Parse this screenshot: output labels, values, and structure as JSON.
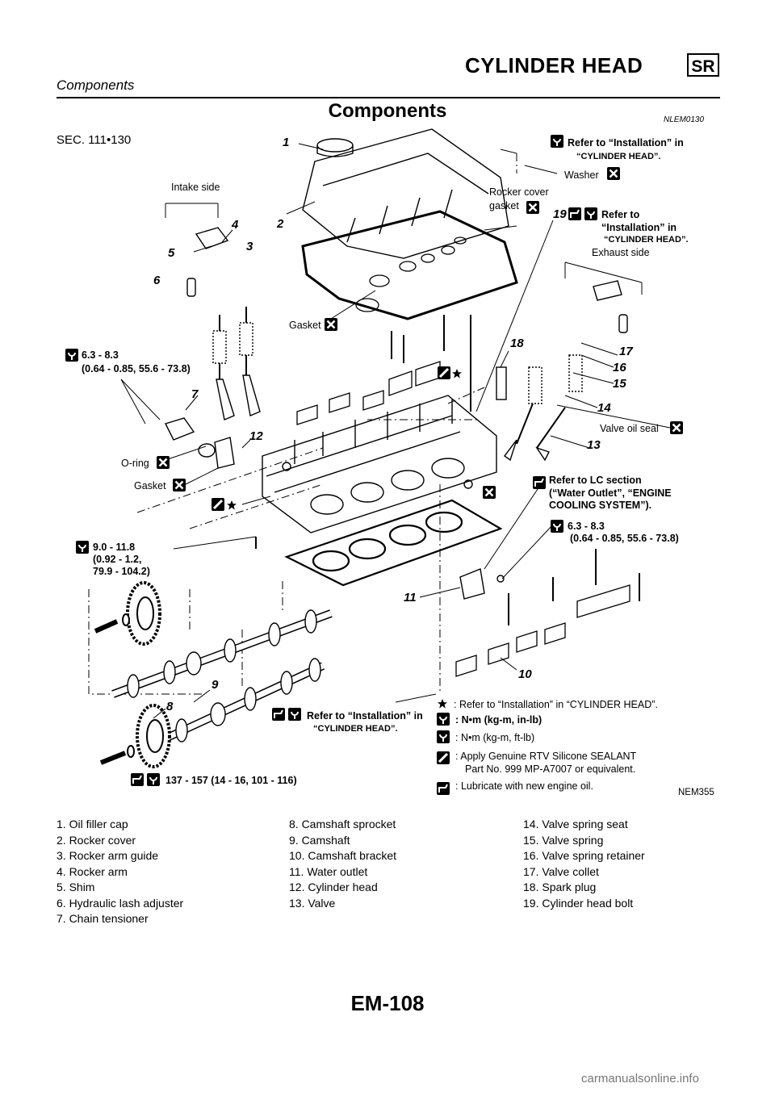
{
  "header": {
    "title": "CYLINDER HEAD",
    "badge": "SR",
    "subtitle": "Components"
  },
  "section": {
    "title": "Components",
    "code": "NLEM0130"
  },
  "figure": {
    "sec": "SEC. 111•130",
    "figure_code": "NEM355",
    "labels": {
      "intake_side": "Intake side",
      "exhaust_side": "Exhaust side",
      "refer_install_1a": "Refer to “Installation” in",
      "refer_install_1b": "“CYLINDER HEAD”.",
      "washer": "Washer",
      "rocker_cover_gasket_a": "Rocker cover",
      "rocker_cover_gasket_b": "gasket",
      "refer_to": "Refer to",
      "installation_in": "“Installation” in",
      "cylinder_head_q": "“CYLINDER HEAD”.",
      "gasket": "Gasket",
      "torque_1a": "6.3 - 8.3",
      "torque_1b": "(0.64 - 0.85, 55.6 - 73.8)",
      "oring": "O-ring",
      "valve_oil_seal": "Valve oil seal",
      "refer_lc_a": "Refer to LC section",
      "refer_lc_b": "(“Water Outlet”, “ENGINE",
      "refer_lc_c": "COOLING SYSTEM”).",
      "torque_3a": "9.0 - 11.8",
      "torque_3b": "(0.92 - 1.2,",
      "torque_3c": "79.9 - 104.2)",
      "torque_4": "137 - 157 (14 - 16, 101 - 116)",
      "legend_star": ": Refer to “Installation” in “CYLINDER HEAD”.",
      "legend_nm_in": ": N•m (kg-m, in-lb)",
      "legend_nm_ft": ": N•m (kg-m, ft-lb)",
      "legend_rtv_a": ": Apply Genuine RTV Silicone SEALANT",
      "legend_rtv_b": "Part No. 999 MP-A7007 or equivalent.",
      "legend_oil": ": Lubricate with new engine oil."
    },
    "callouts": [
      "1",
      "2",
      "3",
      "4",
      "5",
      "6",
      "7",
      "8",
      "9",
      "10",
      "11",
      "12",
      "13",
      "14",
      "15",
      "16",
      "17",
      "18",
      "19"
    ]
  },
  "parts": {
    "col1": [
      "1. Oil filler cap",
      "2. Rocker cover",
      "3. Rocker arm guide",
      "4. Rocker arm",
      "5. Shim",
      "6. Hydraulic lash adjuster",
      "7. Chain tensioner"
    ],
    "col2": [
      "8. Camshaft sprocket",
      "9. Camshaft",
      "10. Camshaft bracket",
      "11. Water outlet",
      "12. Cylinder head",
      "13. Valve"
    ],
    "col3": [
      "14. Valve spring seat",
      "15. Valve spring",
      "16. Valve spring retainer",
      "17. Valve collet",
      "18. Spark plug",
      "19. Cylinder head bolt"
    ]
  },
  "footer": {
    "page": "EM-108",
    "watermark": "carmanualsonline.info"
  }
}
